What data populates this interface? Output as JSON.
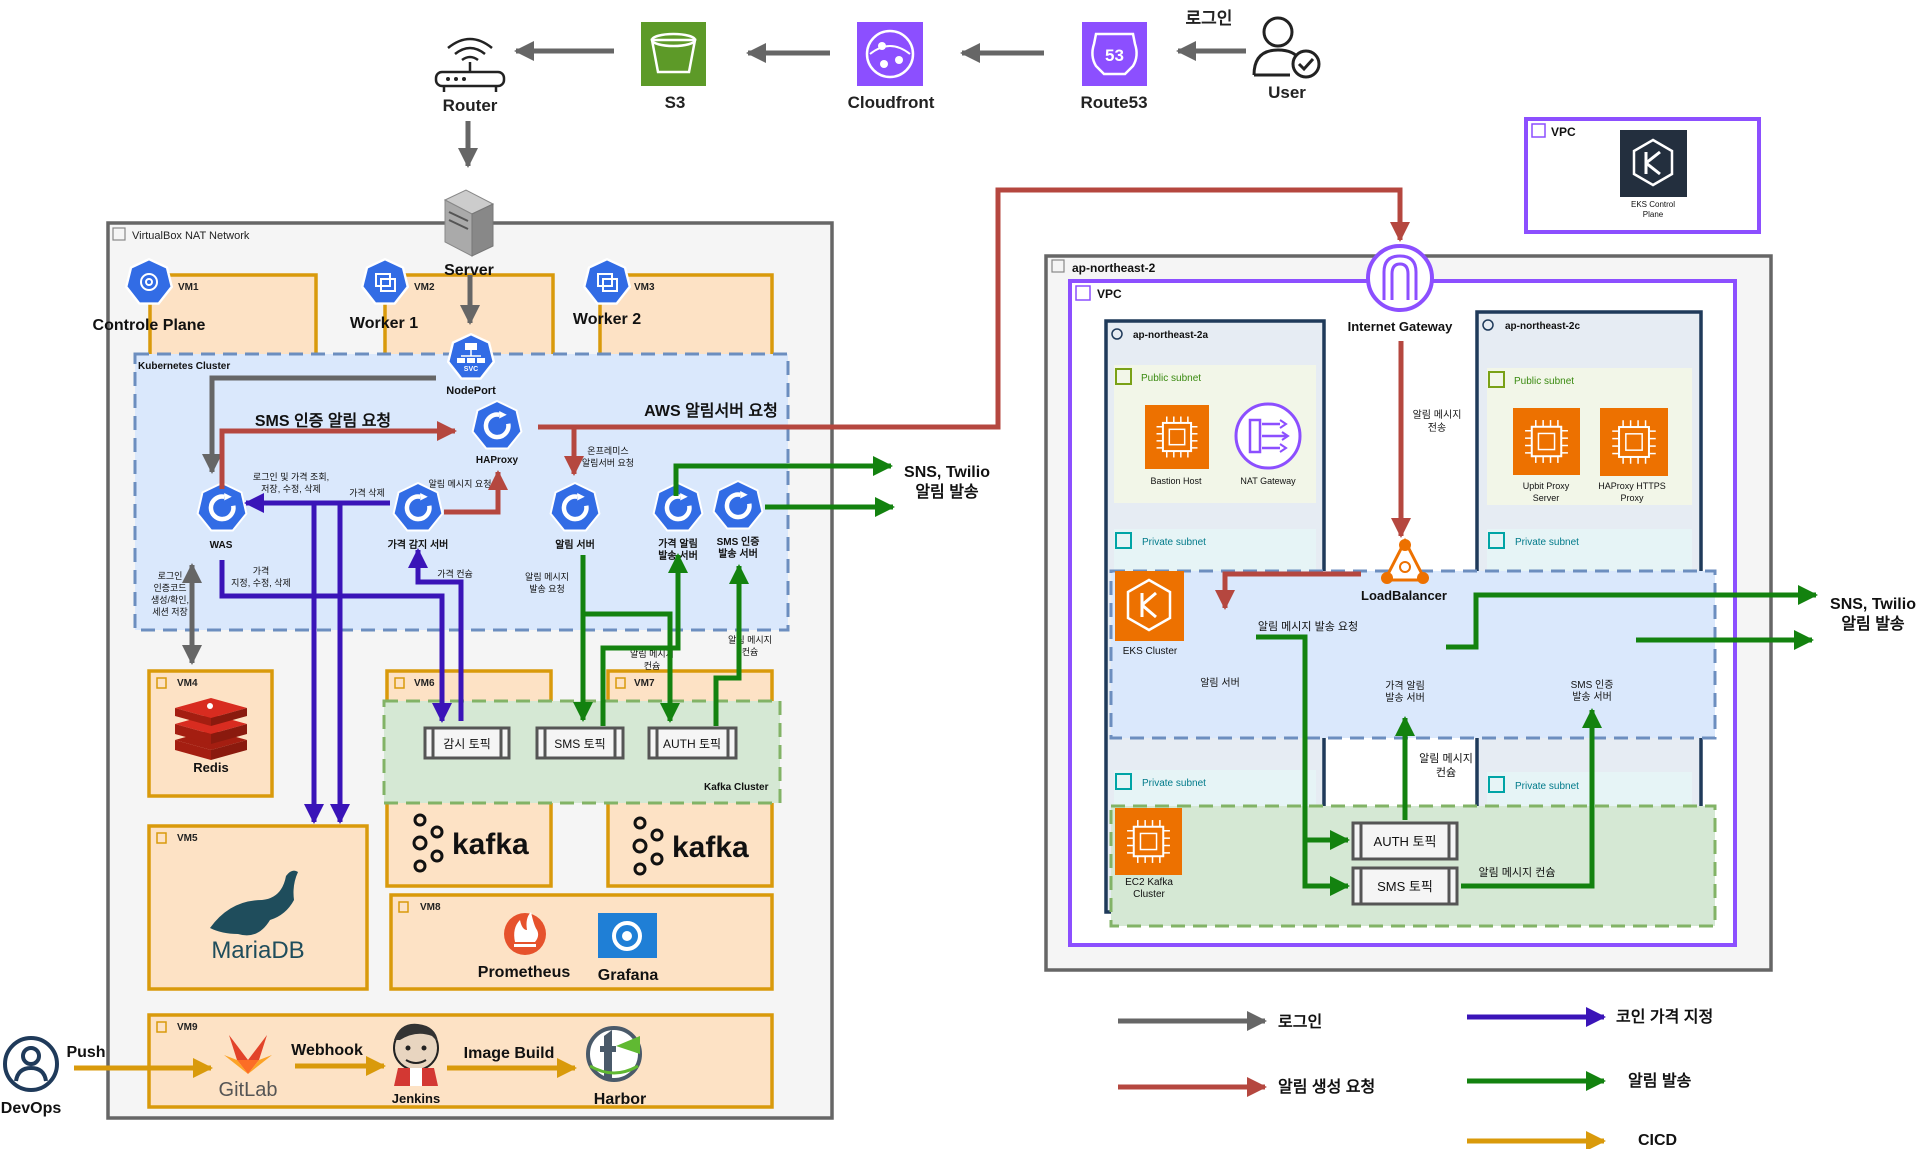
{
  "top": {
    "router": "Router",
    "s3": "S3",
    "cloudfront": "Cloudfront",
    "route53": "Route53",
    "route53_badge": "53",
    "user": "User",
    "login": "로그인",
    "server": "Server"
  },
  "onprem": {
    "network_title": "VirtualBox NAT Network",
    "vm1": "VM1",
    "vm2": "VM2",
    "vm3": "VM3",
    "vm4": "VM4",
    "vm5": "VM5",
    "vm6": "VM6",
    "vm7": "VM7",
    "vm8": "VM8",
    "vm9": "VM9",
    "control_plane": "Controle Plane",
    "worker1": "Worker 1",
    "worker2": "Worker 2",
    "k8s_cluster": "Kubernetes Cluster",
    "svc": "SVC",
    "nodeport": "NodePort",
    "haproxy": "HAProxy",
    "was": "WAS",
    "price_monitor": "가격 감지 서버",
    "alarm_server": "알림 서버",
    "price_alarm_1": "가격 알림",
    "price_alarm_2": "발송 서버",
    "sms_auth_1": "SMS 인증",
    "sms_auth_2": "발송 서버",
    "sms_request": "SMS 인증 알림 요청",
    "aws_request": "AWS 알림서버 요청",
    "onprem_req_1": "온프레미스",
    "onprem_req_2": "알림서버 요청",
    "login_price_1": "로그인 및 가격 조회,",
    "login_price_2": "저장, 수정, 삭제",
    "price_delete": "가격 삭제",
    "alarm_msg_req": "알림 메시지 요청",
    "price_consume": "가격 컨슘",
    "alarm_msg_send_1": "알림 메시지",
    "alarm_msg_send_2": "발송 요청",
    "alarm_consume_1": "알림 메시지",
    "alarm_consume_2": "컨슘",
    "alarm_consume_b1": "알림 메시지",
    "alarm_consume_b2": "컨슘",
    "redis_note_1": "로그인",
    "redis_note_2": "인증코드",
    "redis_note_3": "생성/확인,",
    "redis_note_4": "세션 저장",
    "db_note_1": "가격",
    "db_note_2": "지정, 수정, 삭제",
    "topic_watch": "감시 토픽",
    "topic_sms": "SMS 토픽",
    "topic_auth": "AUTH 토픽",
    "kafka_cluster": "Kafka Cluster",
    "kafka": "kafka",
    "redis": "Redis",
    "mariadb": "MariaDB",
    "prometheus": "Prometheus",
    "grafana": "Grafana",
    "sns_twilio_1": "SNS, Twilio",
    "sns_twilio_2": "알림 발송"
  },
  "cicd": {
    "devops": "DevOps",
    "push": "Push",
    "gitlab": "GitLab",
    "webhook": "Webhook",
    "jenkins": "Jenkins",
    "image_build": "Image Build",
    "harbor": "Harbor"
  },
  "aws": {
    "vpc_top": "VPC",
    "eks_control_1": "EKS Control",
    "eks_control_2": "Plane",
    "region": "ap-northeast-2",
    "vpc": "VPC",
    "az_a": "ap-northeast-2a",
    "az_c": "ap-northeast-2c",
    "public_subnet": "Public subnet",
    "private_subnet": "Private subnet",
    "bastion": "Bastion Host",
    "nat": "NAT Gateway",
    "upbit_1": "Upbit Proxy",
    "upbit_2": "Server",
    "haproxy_https_1": "HAProxy HTTPS",
    "haproxy_https_2": "Proxy",
    "igw": "Internet Gateway",
    "igw_msg_1": "알림 메시지",
    "igw_msg_2": "전송",
    "lb": "LoadBalancer",
    "eks_cluster": "EKS Cluster",
    "alarm_server": "알림 서버",
    "alarm_send_req": "알림 메시지 발송 요청",
    "price_alarm_1": "가격 알림",
    "price_alarm_2": "발송 서버",
    "sms_auth_1": "SMS 인증",
    "sms_auth_2": "발송 서버",
    "consume_1": "알림 메시지",
    "consume_2": "컨슘",
    "consume_h": "알림 메시지 컨슘",
    "topic_auth": "AUTH 토픽",
    "topic_sms": "SMS 토픽",
    "ec2_kafka_1": "EC2 Kafka",
    "ec2_kafka_2": "Cluster",
    "sns_twilio_1": "SNS, Twilio",
    "sns_twilio_2": "알림 발송"
  },
  "legend": {
    "login": "로그인",
    "coin_price": "코인 가격 지정",
    "alarm_create": "알림 생성 요청",
    "alarm_send": "알림 발송",
    "cicd": "CICD"
  },
  "colors": {
    "gray": "#666666",
    "red": "#b5473f",
    "purple": "#3a14b8",
    "green": "#13820f",
    "gold": "#d99a0b",
    "aws_purple": "#8c4fff",
    "aws_orange": "#ed7100",
    "k8s_blue": "#326ce5"
  }
}
